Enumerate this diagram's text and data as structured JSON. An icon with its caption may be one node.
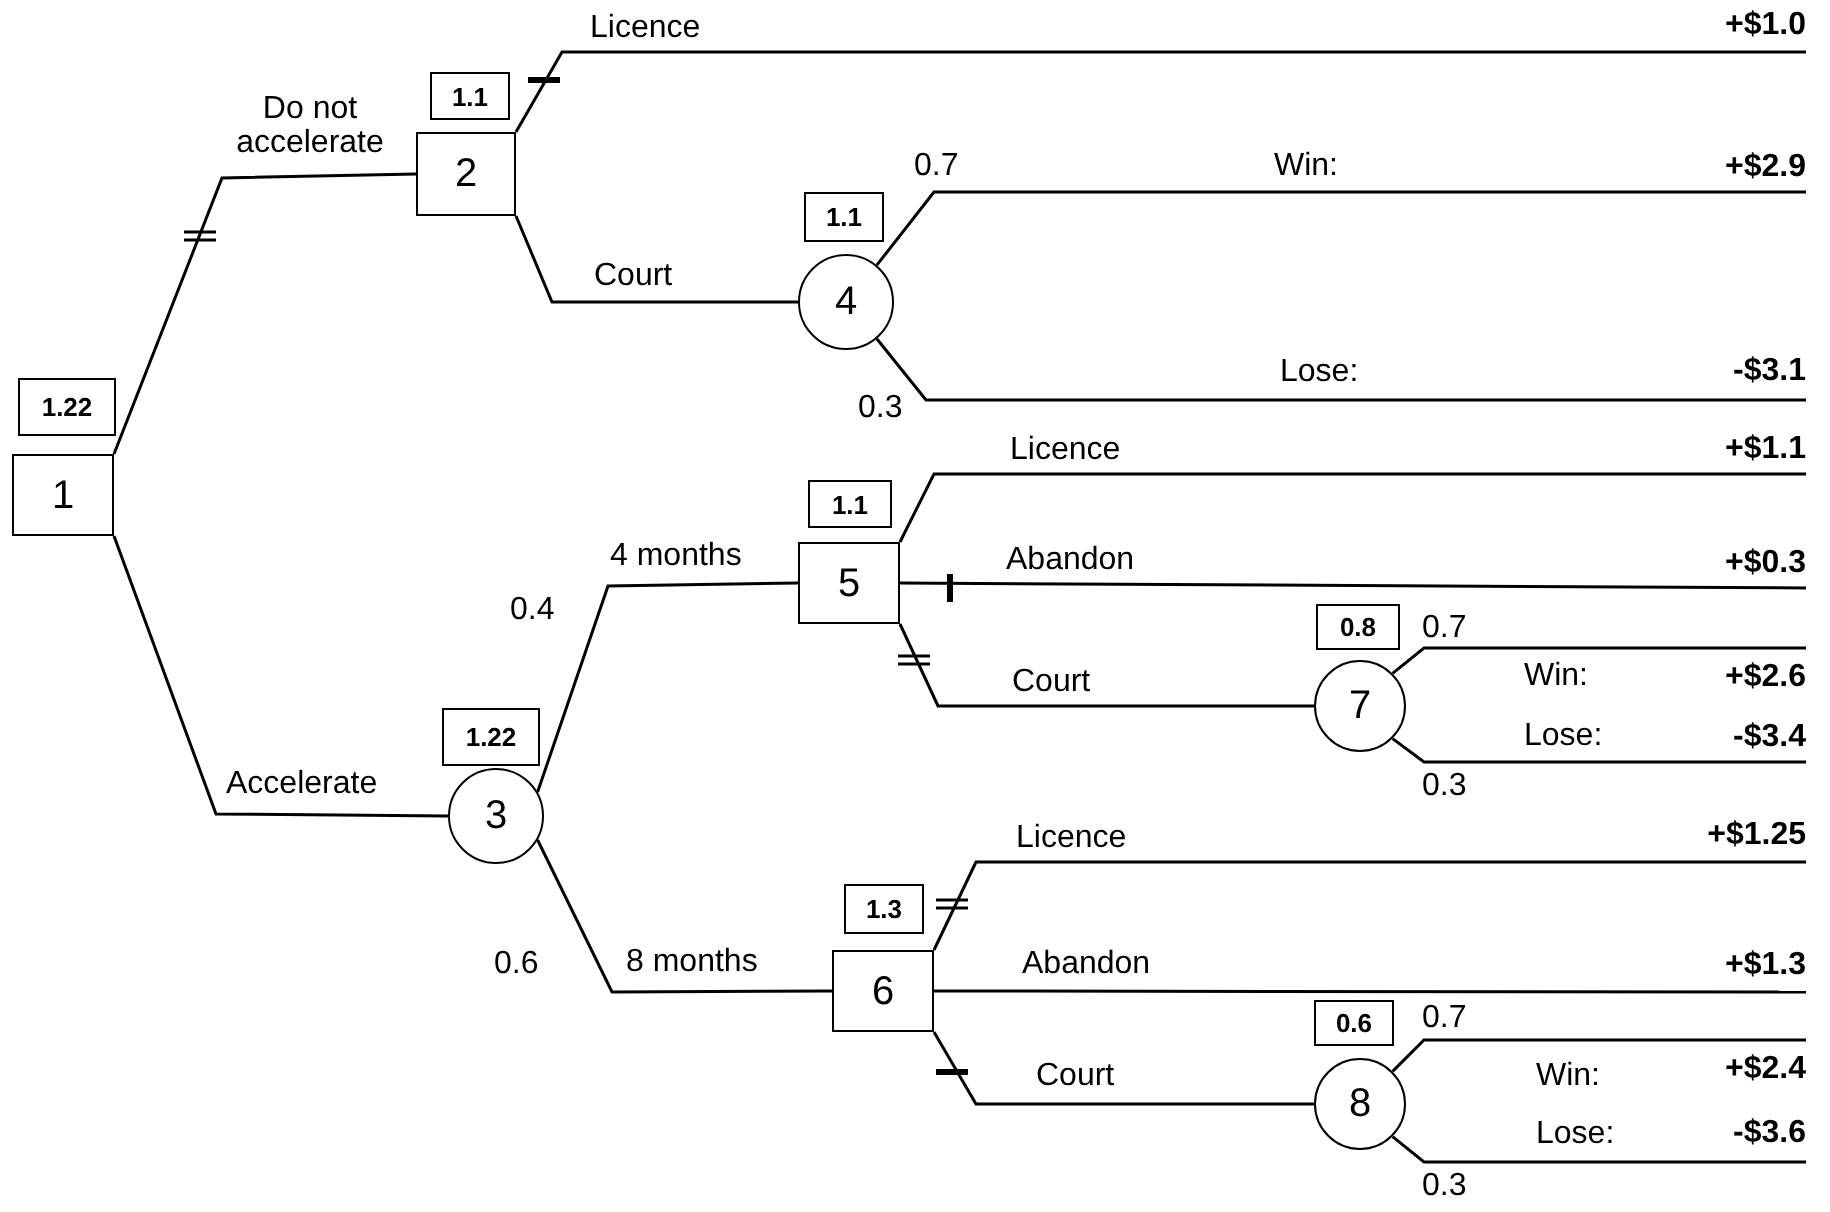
{
  "diagram": {
    "nodes": [
      {
        "text": [
          "1"
        ],
        "beside": [
          "1.22"
        ]
      },
      {
        "text": [
          "2"
        ],
        "beside": [
          "1.1"
        ]
      },
      {
        "text": [
          "3"
        ],
        "beside": [
          "1.22"
        ]
      },
      {
        "text": [
          "4"
        ],
        "beside": [
          "1.1"
        ]
      },
      {
        "text": [
          "5"
        ],
        "beside": [
          "1.1"
        ]
      },
      {
        "text": [
          "6"
        ],
        "beside": [
          "1.3"
        ]
      },
      {
        "text": [
          "7"
        ],
        "beside": [
          "0.8"
        ]
      },
      {
        "text": [
          "8"
        ],
        "beside": [
          "0.6"
        ]
      },
      {
        "text": [
          "+$1.0"
        ]
      },
      {
        "text": [
          "+$2.9"
        ]
      },
      {
        "text": [
          "-$3.1"
        ]
      },
      {
        "text": [
          "+$1.1"
        ]
      },
      {
        "text": [
          "+$0.3"
        ]
      },
      {
        "text": [
          "+$2.6"
        ]
      },
      {
        "text": [
          "-$3.4"
        ]
      },
      {
        "text": [
          "+$1.25"
        ]
      },
      {
        "text": [
          "+$1.3"
        ]
      },
      {
        "text": [
          "+$2.4"
        ]
      },
      {
        "text": [
          "-$3.6"
        ]
      }
    ],
    "edges": [
      {
        "from": 0,
        "to": 1,
        "arrow": "none",
        "label": "Do not accelerate"
      },
      {
        "from": 0,
        "to": 2,
        "arrow": "none",
        "label": "Accelerate"
      },
      {
        "from": 1,
        "to": 8,
        "arrow": "none",
        "label": "Licence"
      },
      {
        "from": 1,
        "to": 3,
        "arrow": "none",
        "label": "Court"
      },
      {
        "from": 3,
        "to": 9,
        "arrow": "none",
        "label": "Win:"
      },
      {
        "from": 3,
        "to": 10,
        "arrow": "none",
        "label": "Lose:"
      },
      {
        "from": 2,
        "to": 4,
        "arrow": "none",
        "label": "4 months"
      },
      {
        "from": 2,
        "to": 5,
        "arrow": "none",
        "label": "8 months"
      },
      {
        "from": 4,
        "to": 11,
        "arrow": "none",
        "label": "Licence"
      },
      {
        "from": 4,
        "to": 12,
        "arrow": "none",
        "label": "Abandon"
      },
      {
        "from": 4,
        "to": 6,
        "arrow": "none",
        "label": "Court"
      },
      {
        "from": 6,
        "to": 13,
        "arrow": "none",
        "label": "Win:"
      },
      {
        "from": 6,
        "to": 14,
        "arrow": "none",
        "label": "Lose:"
      },
      {
        "from": 5,
        "to": 15,
        "arrow": "none",
        "label": "Licence"
      },
      {
        "from": 5,
        "to": 16,
        "arrow": "none",
        "label": "Abandon"
      },
      {
        "from": 5,
        "to": 7,
        "arrow": "none",
        "label": "Court"
      },
      {
        "from": 7,
        "to": 17,
        "arrow": "none",
        "label": "Win:"
      },
      {
        "from": 7,
        "to": 18,
        "arrow": "none",
        "label": "Lose:"
      }
    ],
    "labels": [
      "0.7",
      "0.3",
      "0.4",
      "0.7",
      "0.3",
      "0.6",
      "0.7",
      "0.3"
    ]
  }
}
